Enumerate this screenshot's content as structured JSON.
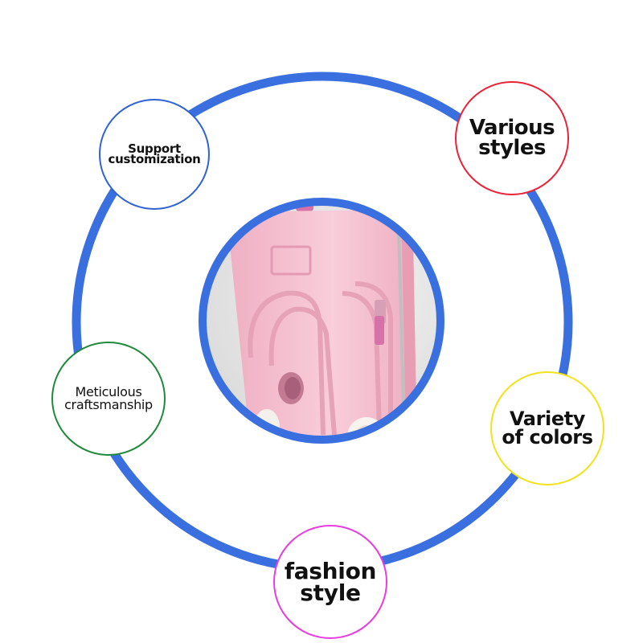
{
  "colors": {
    "ring": "#3a6fe0",
    "inner_ring": "#3a6fe0",
    "support_border": "#2f63d3",
    "various_border": "#e8243a",
    "meticulous_border": "#1f8a3c",
    "variety_border": "#f2e21d",
    "fashion_border": "#e73ce0",
    "suitcase": "#f6bfd0"
  },
  "features": {
    "support": {
      "line1": "Support",
      "line2": "customization"
    },
    "various": {
      "line1": "Various",
      "line2": "styles"
    },
    "meticulous": {
      "line1": "Meticulous",
      "line2": "craftsmanship"
    },
    "variety": {
      "line1": "Variety",
      "line2": "of colors"
    },
    "fashion": {
      "line1": "fashion",
      "line2": "style"
    }
  },
  "product_image": {
    "subject": "pink toy suitcase",
    "icon": "suitcase-icon"
  }
}
